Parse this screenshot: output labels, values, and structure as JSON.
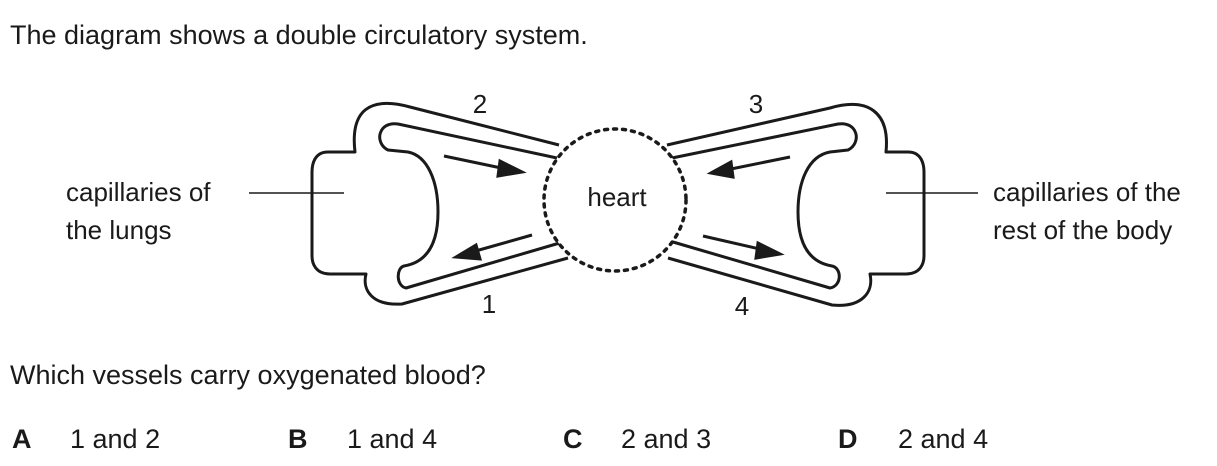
{
  "question": {
    "intro": "The diagram shows a double circulatory system.",
    "prompt": "Which vessels carry oxygenated blood?"
  },
  "diagram": {
    "heart_label": "heart",
    "left_label": [
      "capillaries of",
      "the lungs"
    ],
    "right_label": [
      "capillaries of the",
      "rest of the body"
    ],
    "vessel_labels": [
      "1",
      "2",
      "3",
      "4"
    ]
  },
  "options": [
    {
      "letter": "A",
      "text": "1 and 2"
    },
    {
      "letter": "B",
      "text": "1 and 4"
    },
    {
      "letter": "C",
      "text": "2 and 3"
    },
    {
      "letter": "D",
      "text": "2 and 4"
    }
  ]
}
